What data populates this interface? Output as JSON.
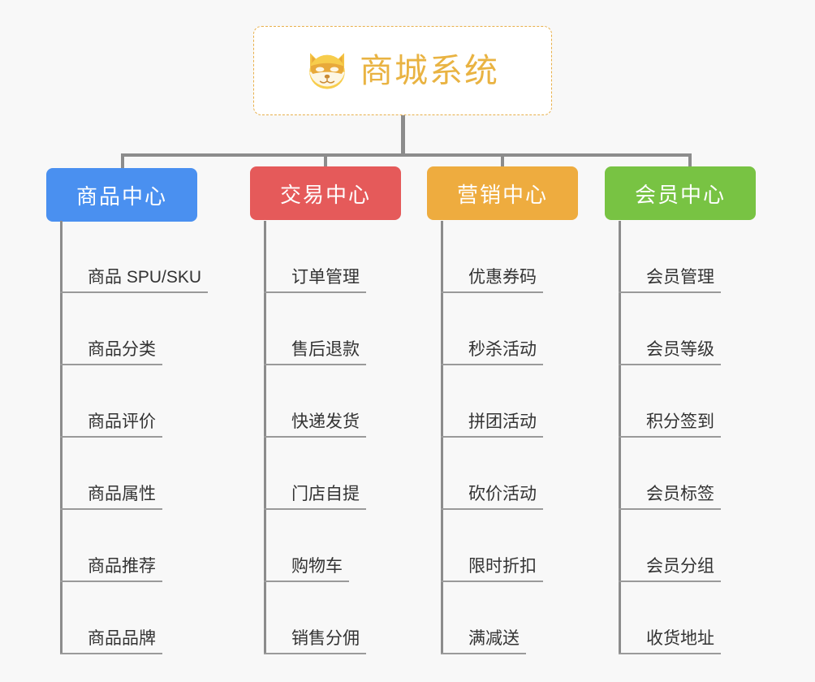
{
  "diagram": {
    "title": "商城系统",
    "root_icon": "dog-face-icon",
    "background_color": "#f8f8f8",
    "root": {
      "label": "商城系统",
      "border_color": "#e8b04b",
      "text_color": "#e9b342",
      "background_color": "#ffffff",
      "border_style": "dashed"
    },
    "connector_color": "#8c8c8c",
    "branches": [
      {
        "label": "商品中心",
        "color": "#4a90f0",
        "items": [
          "商品 SPU/SKU",
          "商品分类",
          "商品评价",
          "商品属性",
          "商品推荐",
          "商品品牌"
        ]
      },
      {
        "label": "交易中心",
        "color": "#e55a5a",
        "items": [
          "订单管理",
          "售后退款",
          "快递发货",
          "门店自提",
          "购物车",
          "销售分佣"
        ]
      },
      {
        "label": "营销中心",
        "color": "#eeac3f",
        "items": [
          "优惠券码",
          "秒杀活动",
          "拼团活动",
          "砍价活动",
          "限时折扣",
          "满减送"
        ]
      },
      {
        "label": "会员中心",
        "color": "#78c343",
        "items": [
          "会员管理",
          "会员等级",
          "积分签到",
          "会员标签",
          "会员分组",
          "收货地址"
        ]
      }
    ]
  }
}
